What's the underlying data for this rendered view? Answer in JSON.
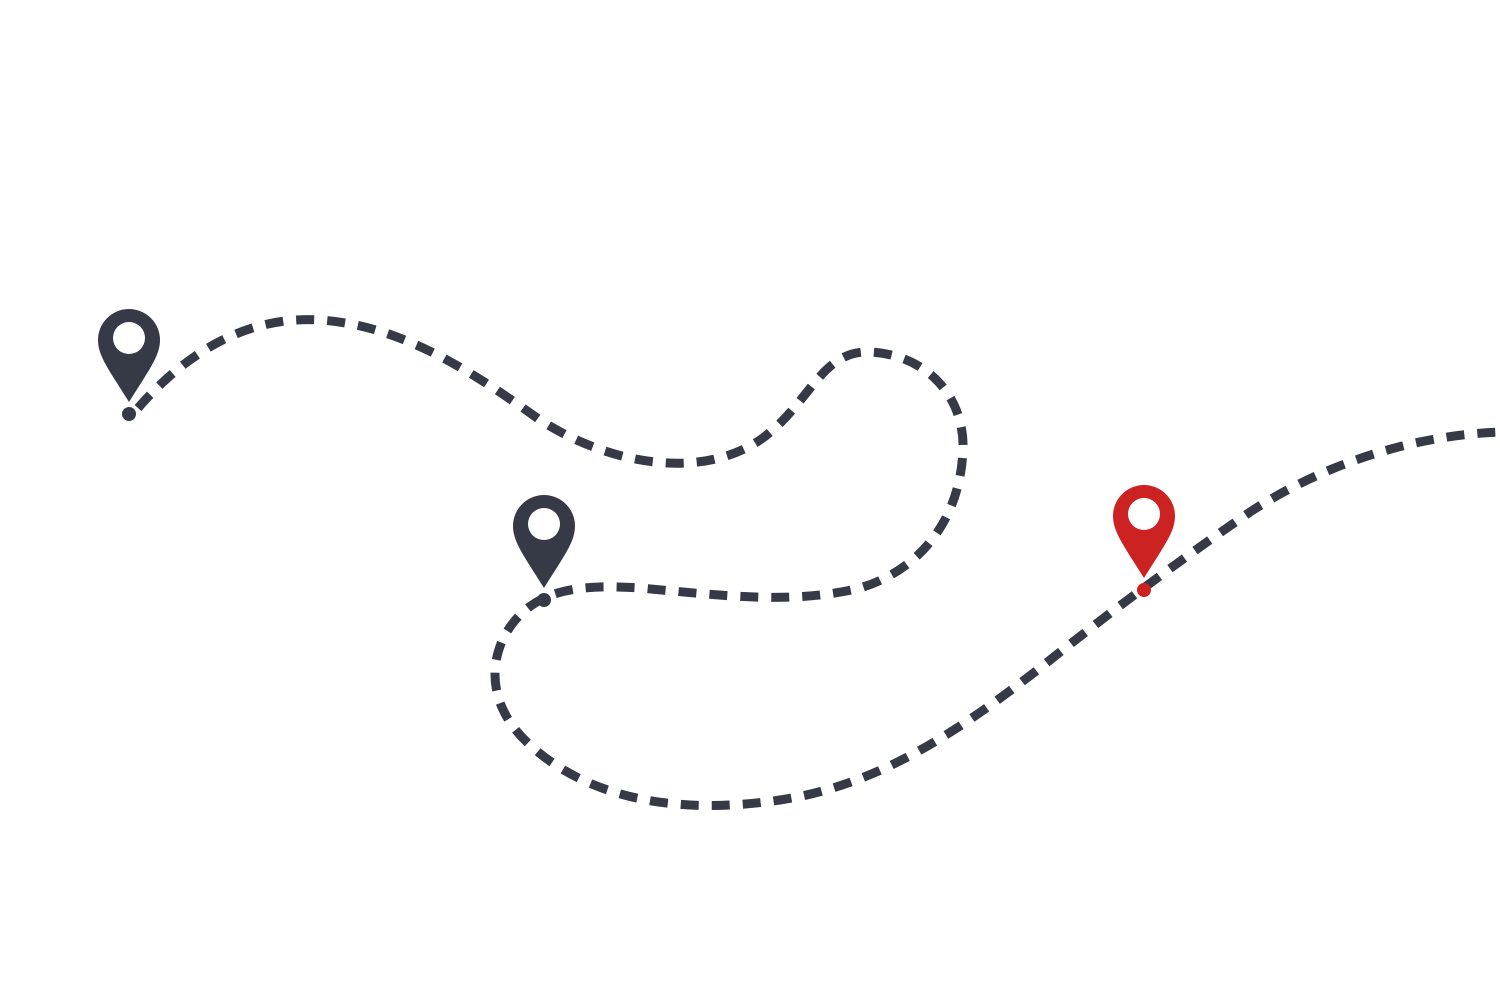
{
  "illustration": {
    "route_style": "dashed",
    "colors": {
      "route": "#363a47",
      "pin_default": "#363a47",
      "pin_destination": "#cc2222",
      "pin_hole": "#ffffff",
      "background": "#ffffff"
    },
    "pins": [
      {
        "icon": "map-pin-icon",
        "role": "stop",
        "color": "#363a47"
      },
      {
        "icon": "map-pin-icon",
        "role": "stop",
        "color": "#363a47"
      },
      {
        "icon": "map-pin-icon",
        "role": "destination",
        "color": "#cc2222"
      }
    ]
  }
}
